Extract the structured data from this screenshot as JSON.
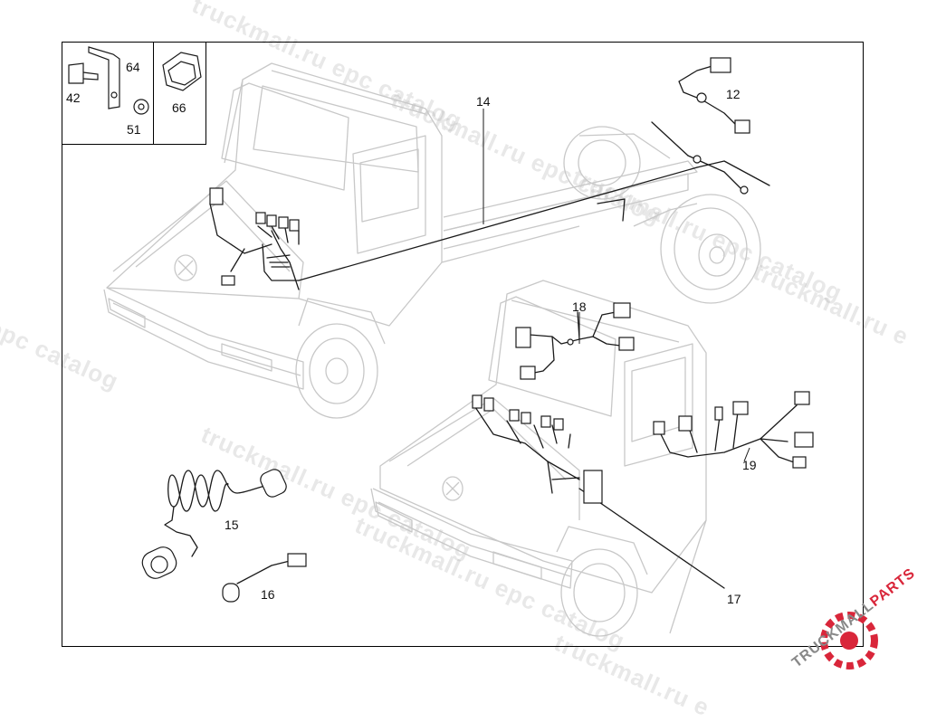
{
  "callouts": {
    "c64": "64",
    "c42": "42",
    "c51": "51",
    "c66": "66",
    "c14": "14",
    "c12": "12",
    "c18": "18",
    "c19": "19",
    "c15": "15",
    "c16": "16",
    "c17": "17"
  },
  "watermarks": [
    "truckmall.ru epc catalog",
    "truckmall.ru epc catalog",
    "truckmall.ru epc catalog",
    "truckmall.ru e",
    "l epc catalog",
    "truckmall.ru epc catalog",
    "truckmall.ru epc catalog",
    "truckmall.ru e"
  ],
  "logo": {
    "part1": "TRUCKMALL",
    "part2": "PARTS"
  },
  "colors": {
    "line": "#1a1a1a",
    "ghost": "#c8c8c8",
    "brand": "#d9263a"
  }
}
